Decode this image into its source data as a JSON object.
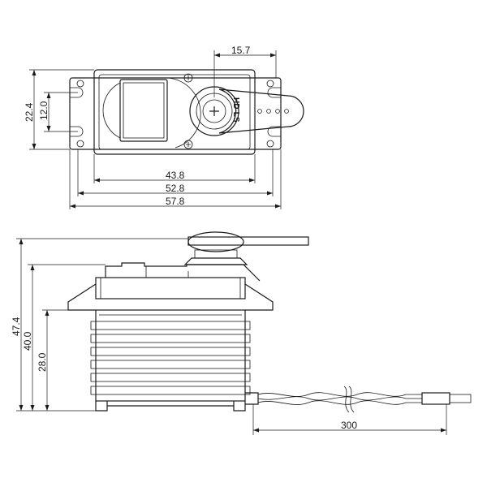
{
  "top_view": {
    "dims": {
      "horn_offset": "15.7",
      "height_outer": "22.4",
      "hole_spacing": "12.0",
      "body_width": "43.8",
      "hole_span": "52.8",
      "overall_width": "57.8"
    },
    "horn_marking": "HD-LS"
  },
  "side_view": {
    "dims": {
      "total_height": "47.4",
      "case_height": "40.0",
      "mount_height": "28.0",
      "cable_length": "300"
    }
  }
}
